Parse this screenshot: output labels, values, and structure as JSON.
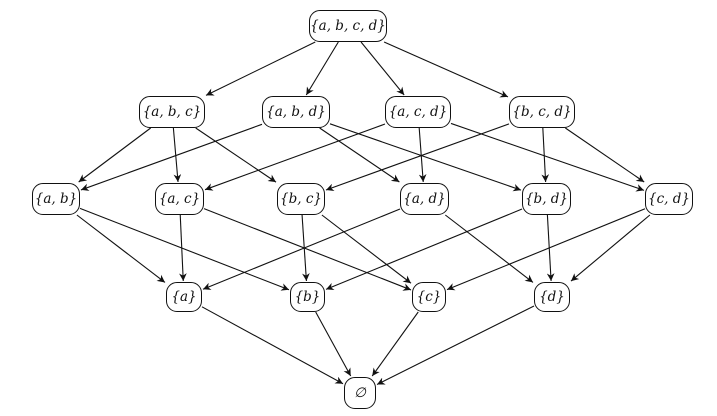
{
  "diagram": {
    "type": "hasse-diagram",
    "nodes": [
      {
        "id": "abcd",
        "label": "{a, b, c, d}"
      },
      {
        "id": "abc",
        "label": "{a, b, c}"
      },
      {
        "id": "abd",
        "label": "{a, b, d}"
      },
      {
        "id": "acd",
        "label": "{a, c, d}"
      },
      {
        "id": "bcd",
        "label": "{b, c, d}"
      },
      {
        "id": "ab",
        "label": "{a, b}"
      },
      {
        "id": "ac",
        "label": "{a, c}"
      },
      {
        "id": "bc",
        "label": "{b, c}"
      },
      {
        "id": "ad",
        "label": "{a, d}"
      },
      {
        "id": "bd",
        "label": "{b, d}"
      },
      {
        "id": "cd",
        "label": "{c, d}"
      },
      {
        "id": "a",
        "label": "{a}"
      },
      {
        "id": "b",
        "label": "{b}"
      },
      {
        "id": "c",
        "label": "{c}"
      },
      {
        "id": "d",
        "label": "{d}"
      },
      {
        "id": "empty",
        "label": "∅"
      }
    ],
    "edges": [
      [
        "abcd",
        "abc"
      ],
      [
        "abcd",
        "abd"
      ],
      [
        "abcd",
        "acd"
      ],
      [
        "abcd",
        "bcd"
      ],
      [
        "abc",
        "ab"
      ],
      [
        "abc",
        "ac"
      ],
      [
        "abc",
        "bc"
      ],
      [
        "abd",
        "ab"
      ],
      [
        "abd",
        "ad"
      ],
      [
        "abd",
        "bd"
      ],
      [
        "acd",
        "ac"
      ],
      [
        "acd",
        "ad"
      ],
      [
        "acd",
        "cd"
      ],
      [
        "bcd",
        "bc"
      ],
      [
        "bcd",
        "bd"
      ],
      [
        "bcd",
        "cd"
      ],
      [
        "ab",
        "a"
      ],
      [
        "ab",
        "b"
      ],
      [
        "ac",
        "a"
      ],
      [
        "ac",
        "c"
      ],
      [
        "bc",
        "b"
      ],
      [
        "bc",
        "c"
      ],
      [
        "ad",
        "a"
      ],
      [
        "ad",
        "d"
      ],
      [
        "bd",
        "b"
      ],
      [
        "bd",
        "d"
      ],
      [
        "cd",
        "c"
      ],
      [
        "cd",
        "d"
      ],
      [
        "a",
        "empty"
      ],
      [
        "b",
        "empty"
      ],
      [
        "c",
        "empty"
      ],
      [
        "d",
        "empty"
      ]
    ]
  }
}
